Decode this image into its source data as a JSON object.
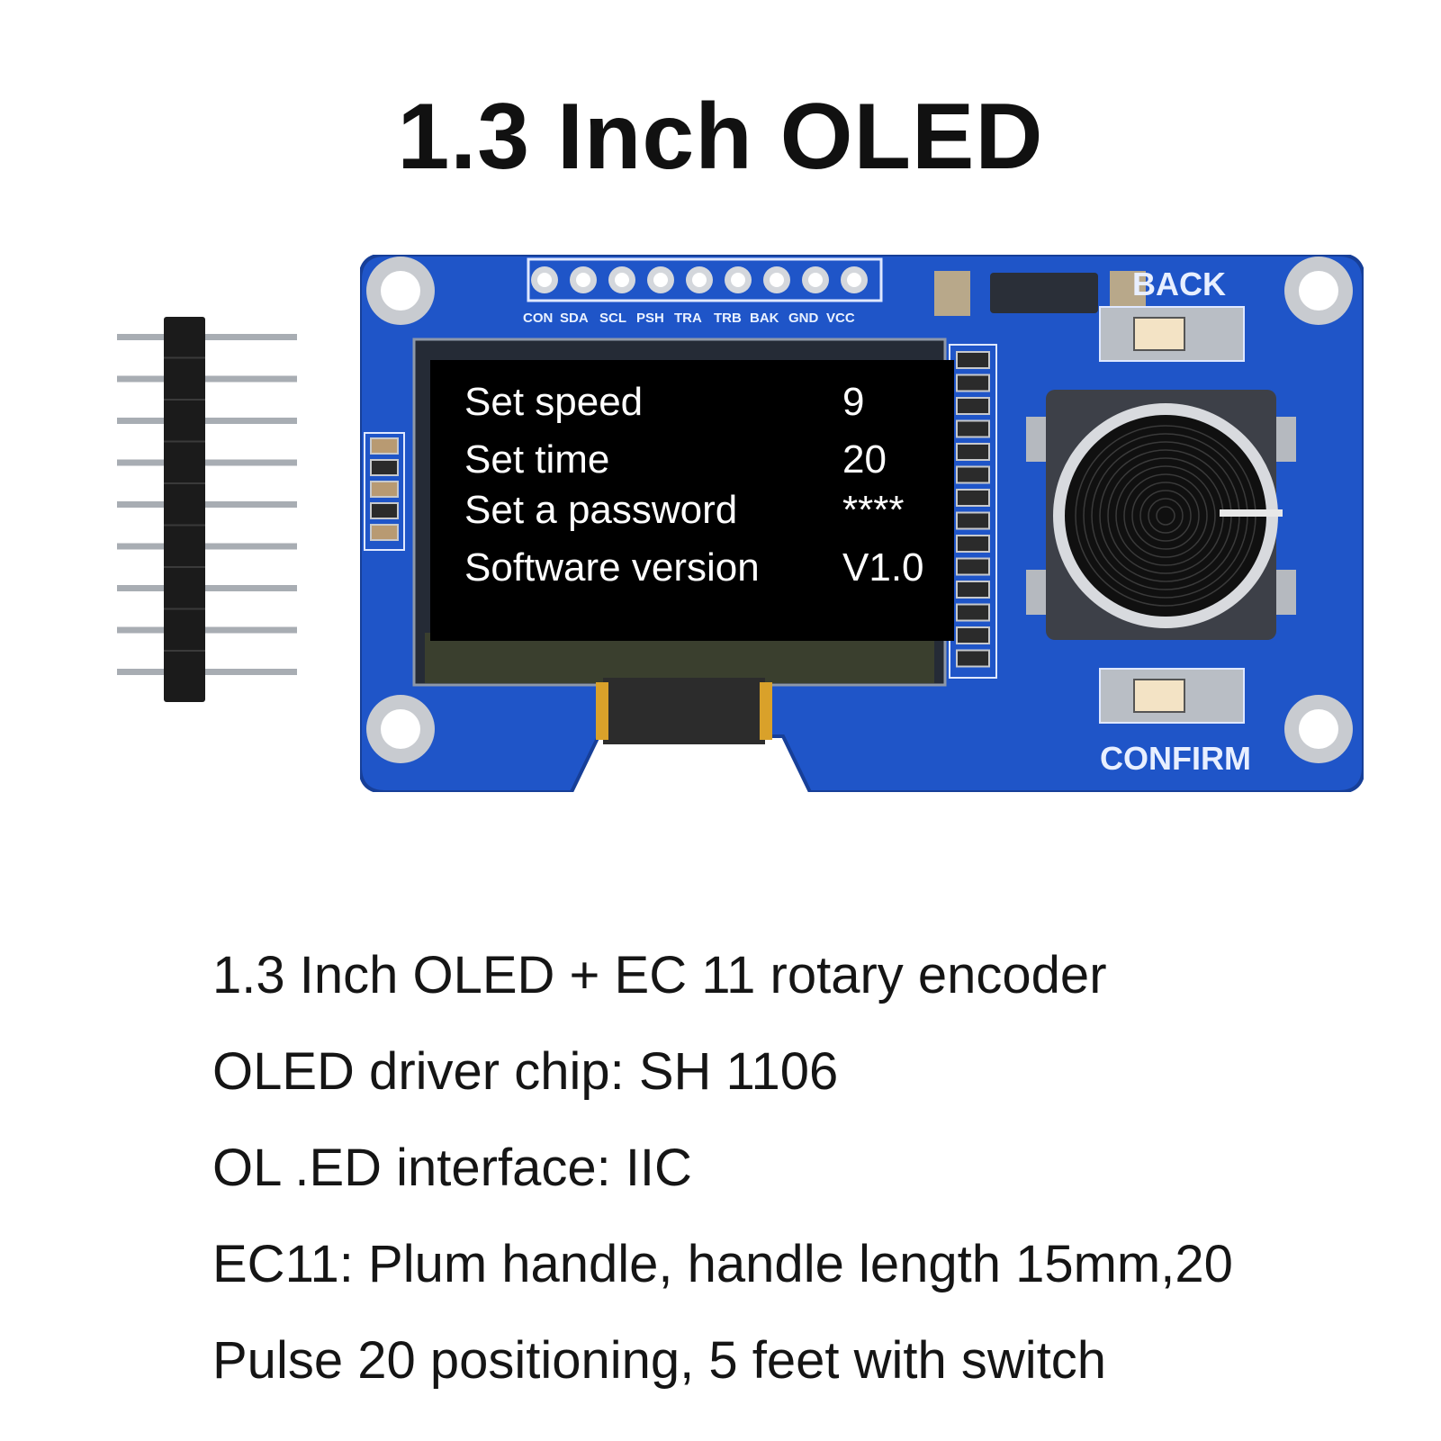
{
  "title": "1.3 Inch OLED",
  "board": {
    "pin_labels": [
      "CON",
      "SDA",
      "SCL",
      "PSH",
      "TRA",
      "TRB",
      "BAK",
      "GND",
      "VCC"
    ],
    "back_label": "BACK",
    "confirm_label": "CONFIRM"
  },
  "oled_menu": [
    {
      "label": "Set speed",
      "value": "9"
    },
    {
      "label": "Set time",
      "value": "20"
    },
    {
      "label": "Set a password",
      "value": "****"
    },
    {
      "label": "Software version",
      "value": "V1.0"
    }
  ],
  "specs": [
    "1.3 Inch OLED + EC 11 rotary encoder",
    "OLED driver chip: SH 1106",
    "OL .ED interface: IIC",
    "EC11: Plum handle, handle length 15mm,20",
    "Pulse 20 positioning, 5 feet with switch"
  ],
  "colors": {
    "pcb_blue": "#1f55c8",
    "pcb_edge": "#163f9a",
    "screen_black": "#000000",
    "text": "#111111"
  }
}
